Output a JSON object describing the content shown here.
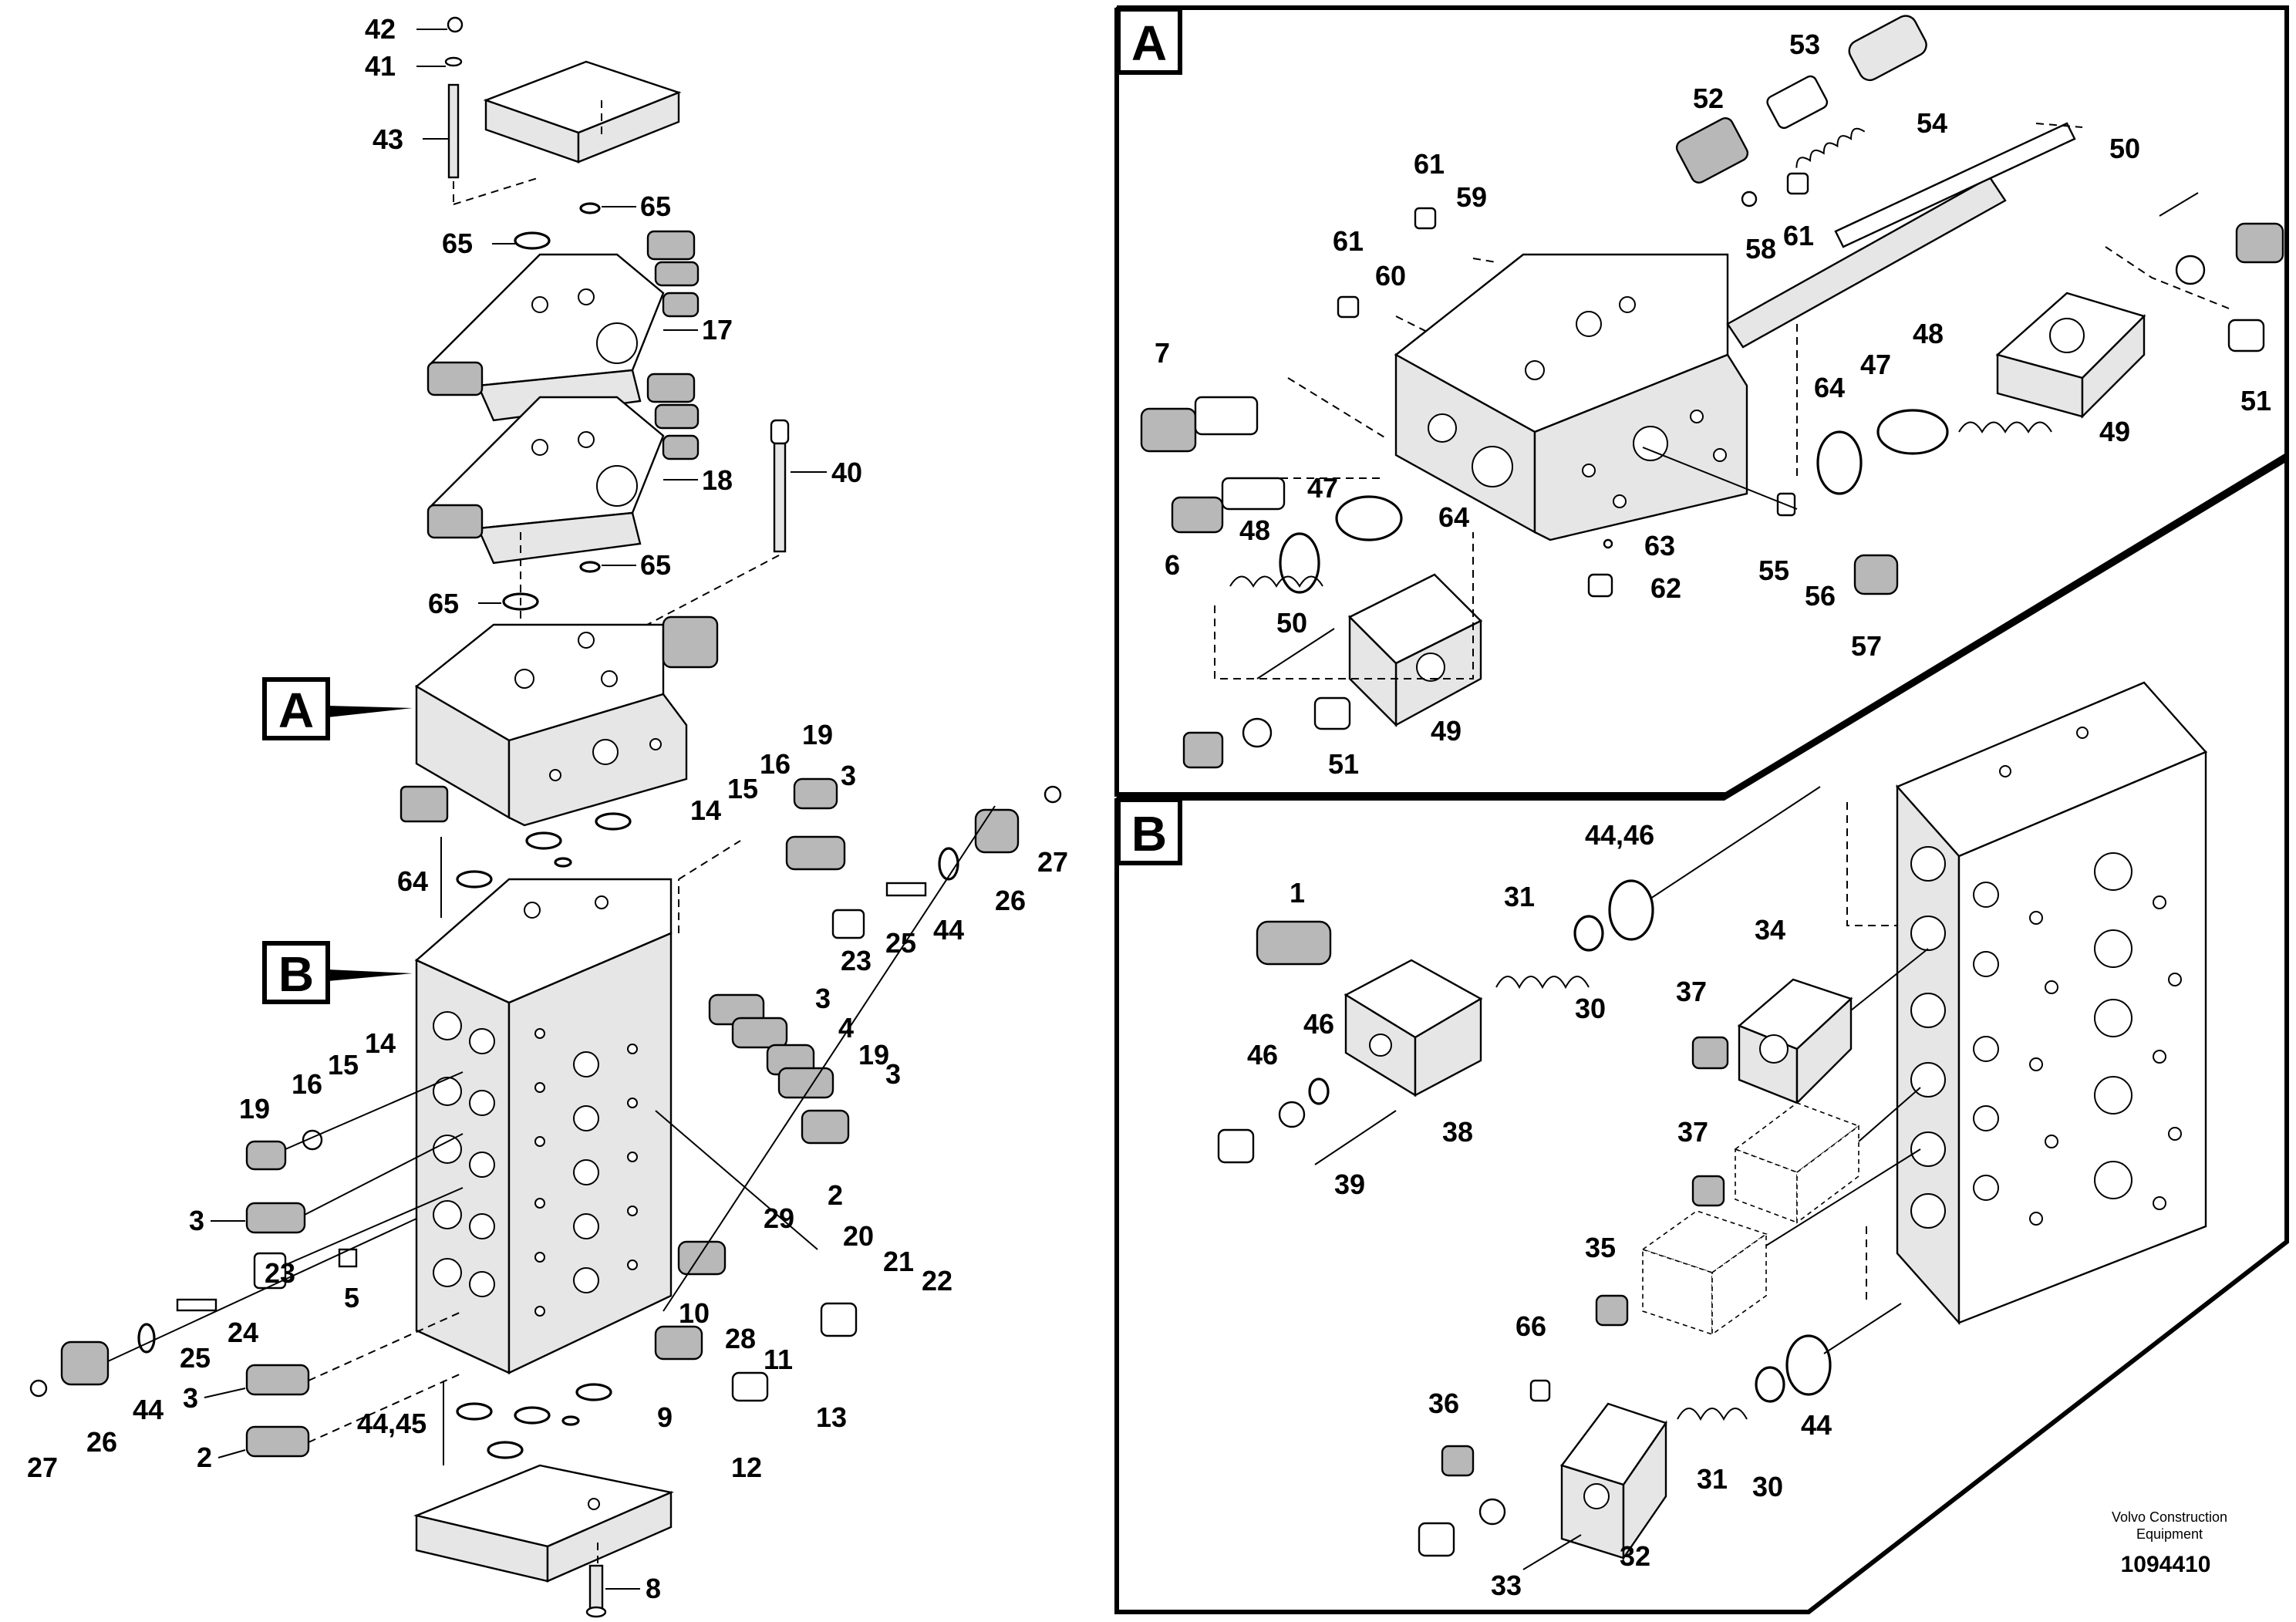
{
  "callouts": {
    "42": "42",
    "41": "41",
    "43": "43",
    "65": "65",
    "17": "17",
    "18": "18",
    "40": "40",
    "64": "64",
    "19": "19",
    "16": "16",
    "15": "15",
    "14": "14",
    "3": "3",
    "27": "27",
    "26": "26",
    "44": "44",
    "25": "25",
    "23": "23",
    "4": "4",
    "5": "5",
    "24": "24",
    "2": "2",
    "44_45": "44,45",
    "29": "29",
    "20": "20",
    "21": "21",
    "22": "22",
    "10": "10",
    "28": "28",
    "11": "11",
    "9": "9",
    "12": "12",
    "13": "13",
    "8": "8",
    "53": "53",
    "52": "52",
    "54": "54",
    "50": "50",
    "61": "61",
    "59": "59",
    "58": "58",
    "60": "60",
    "7": "7",
    "6": "6",
    "47": "47",
    "48": "48",
    "49": "49",
    "51": "51",
    "63": "63",
    "62": "62",
    "55": "55",
    "56": "56",
    "57": "57",
    "1": "1",
    "44_46": "44,46",
    "31": "31",
    "30": "30",
    "34": "34",
    "37": "37",
    "46": "46",
    "38": "38",
    "39": "39",
    "35": "35",
    "66": "66",
    "36": "36",
    "32": "32",
    "33": "33"
  },
  "panels": {
    "a_label": "A",
    "b_label": "B"
  },
  "footer": {
    "brand": "Volvo Construction",
    "brand_line2": "Equipment",
    "drawing_id": "1094410"
  }
}
